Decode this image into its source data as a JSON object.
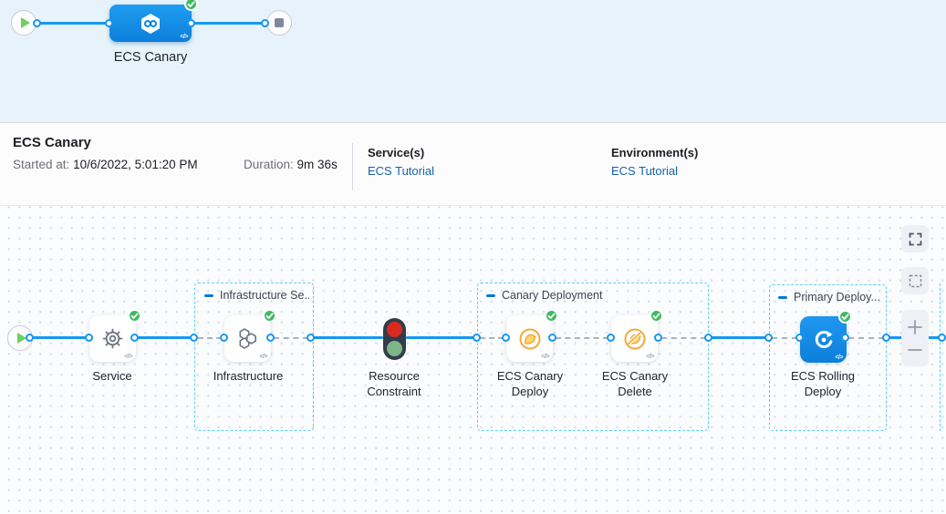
{
  "banner": {
    "node_label": "ECS Canary",
    "status": "success"
  },
  "summary": {
    "title": "ECS Canary",
    "started_label": "Started at:",
    "started_value": "10/6/2022, 5:01:20 PM",
    "duration_label": "Duration:",
    "duration_value": "9m 36s",
    "services_label": "Service(s)",
    "services_value": "ECS Tutorial",
    "environments_label": "Environment(s)",
    "environments_value": "ECS Tutorial"
  },
  "graph": {
    "code_glyph": "</>",
    "groups": {
      "infrastructure": {
        "label": "Infrastructure Se..."
      },
      "canary": {
        "label": "Canary Deployment"
      },
      "primary": {
        "label": "Primary Deploy..."
      }
    },
    "nodes": {
      "service": {
        "label": "Service",
        "status": "success"
      },
      "infrastructure": {
        "label": "Infrastructure",
        "status": "success"
      },
      "resource_constraint": {
        "label": "Resource Constraint"
      },
      "canary_deploy": {
        "label": "ECS Canary Deploy",
        "status": "success"
      },
      "canary_delete": {
        "label": "ECS Canary Delete",
        "status": "success"
      },
      "rolling_deploy": {
        "label": "ECS Rolling Deploy",
        "status": "success"
      }
    }
  },
  "icons": {
    "start": "play-circle",
    "end": "stop-circle",
    "status_success": "green-check",
    "service": "gear",
    "infrastructure": "hexagon-cluster",
    "resource_constraint": "traffic-light",
    "canary": "yellow-canary-bird",
    "canary_delete": "yellow-canary-bird-crossed",
    "rolling_deploy": "circular-arrow",
    "fit_view": "corner-brackets",
    "marquee_select": "dashed-square",
    "zoom_in": "plus",
    "zoom_out": "minus"
  },
  "colors": {
    "banner_bg": "#e7f3fa",
    "accent_blue": "#1697f0",
    "node_blue": "#1590ea",
    "success_green": "#3fbb61",
    "group_border": "#5ecdf5",
    "link_blue": "#1661ab",
    "traffic_red": "#da2a20",
    "traffic_green": "#7db488",
    "canary_yellow": "#f2a83a"
  }
}
